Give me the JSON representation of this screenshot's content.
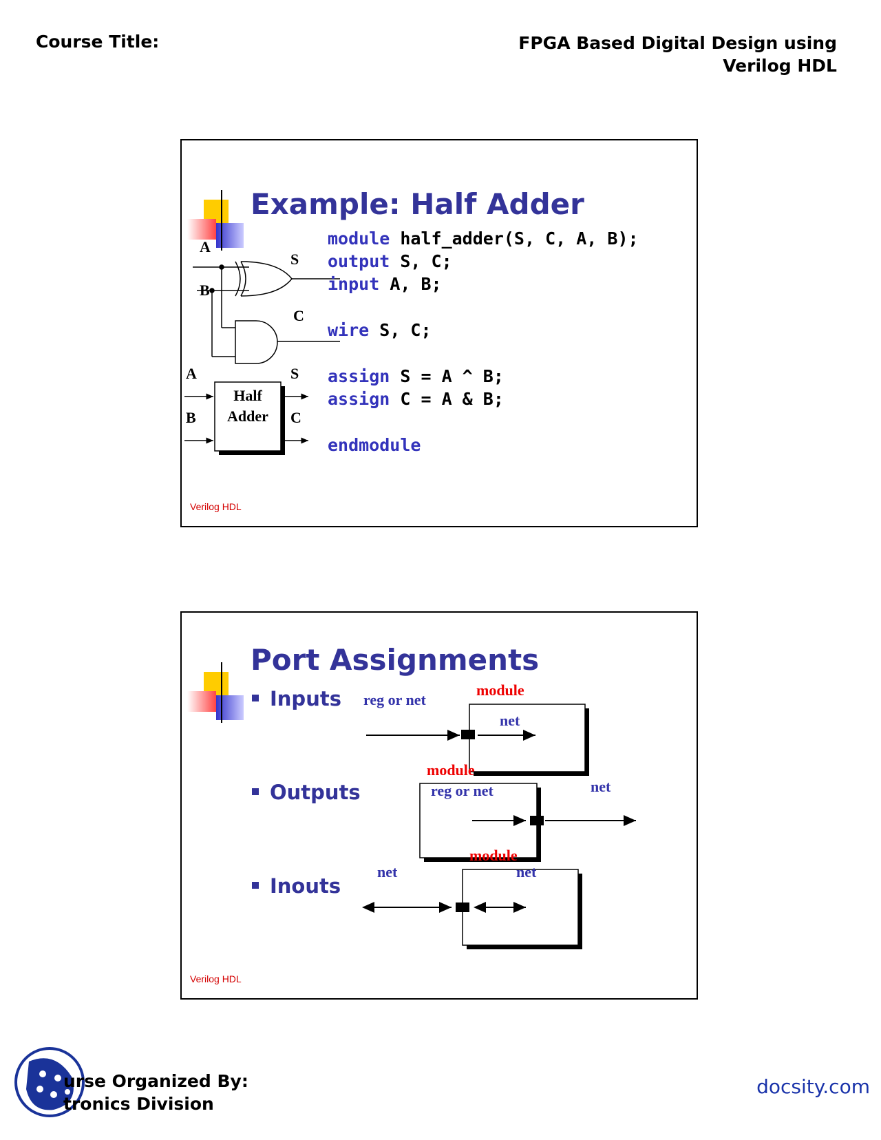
{
  "header": {
    "left": "Course Title:",
    "right_line1": "FPGA Based Digital Design using",
    "right_line2": "Verilog HDL"
  },
  "slide1": {
    "title": "Example: Half Adder",
    "code": [
      {
        "kw": "module",
        "rest": " half_adder(S, C, A, B);"
      },
      {
        "kw": "output",
        "rest": " S, C;"
      },
      {
        "kw": "input",
        "rest": " A, B;"
      },
      {
        "kw": "wire",
        "rest": " S, C;"
      },
      {
        "kw": "assign",
        "rest": " S = A ^ B;"
      },
      {
        "kw": "assign",
        "rest": " C = A & B;"
      },
      {
        "kw": "endmodule",
        "rest": ""
      }
    ],
    "circuit": {
      "a": "A",
      "b": "B",
      "s": "S",
      "c": "C"
    },
    "block": {
      "line1": "Half",
      "line2": "Adder",
      "a": "A",
      "b": "B",
      "s": "S",
      "c": "C"
    },
    "footer": "Verilog HDL"
  },
  "slide2": {
    "title": "Port Assignments",
    "bullets": [
      "Inputs",
      "Outputs",
      "Inouts"
    ],
    "inputs": {
      "outer": "reg or net",
      "module": "module",
      "inner": "net"
    },
    "outputs": {
      "module": "module",
      "inner": "reg or net",
      "outer": "net"
    },
    "inouts": {
      "module": "module",
      "outer": "net",
      "inner": "net"
    },
    "footer": "Verilog HDL"
  },
  "footer": {
    "org_line1": "urse Organized By:",
    "org_line2": "tronics Division",
    "brand": "docsity.com"
  },
  "colors": {
    "title": "#333399",
    "keyword": "#3333bb",
    "red": "#ee0000",
    "brand": "#1a33aa"
  }
}
